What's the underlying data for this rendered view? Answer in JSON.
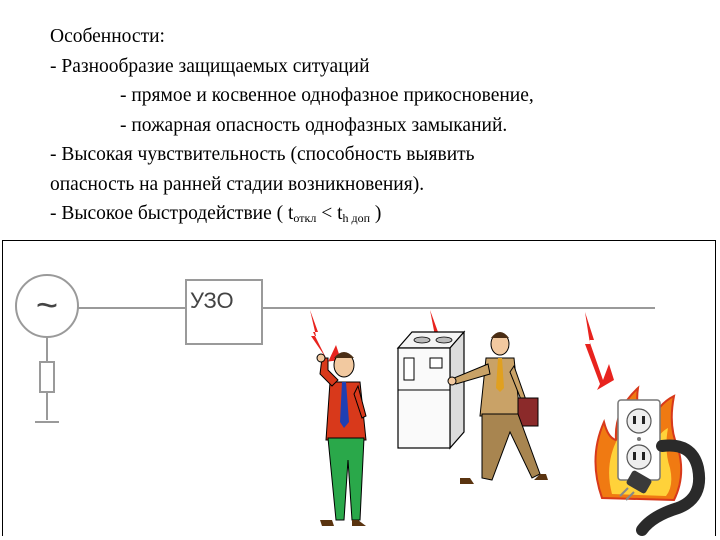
{
  "text": {
    "heading": "Особенности:",
    "bullet1": "- Разнообразие защищаемых ситуаций",
    "sub1": "- прямое и косвенное однофазное прикосновение,",
    "sub2": "- пожарная опасность однофазных замыканий.",
    "bullet2_line1": "- Высокая чувствительность (способность выявить",
    "bullet2_line2": "опасность на ранней стадии возникновения).",
    "bullet3_prefix": "- Высокое быстродействие  ( t",
    "bullet3_sub1": "откл",
    "bullet3_mid": " < t",
    "bullet3_sub2": "h доп",
    "bullet3_suffix": " )"
  },
  "diagram": {
    "device_label": "УЗО",
    "generator_symbol": "~",
    "colors": {
      "line": "#9a9a9a",
      "lightning": "#e8231e",
      "shirt_red": "#d8391b",
      "pants_green": "#2aa84a",
      "tie_blue": "#1f3fb4",
      "fire_orange": "#f07a12",
      "fire_yellow": "#ffd23a",
      "cable": "#2a2a2a"
    },
    "icons": [
      "ac-generator-icon",
      "resistor-icon",
      "ground-icon",
      "lightning-icon",
      "person-icon",
      "appliance-icon",
      "walking-person-icon",
      "socket-icon",
      "fire-icon",
      "plug-icon"
    ]
  }
}
